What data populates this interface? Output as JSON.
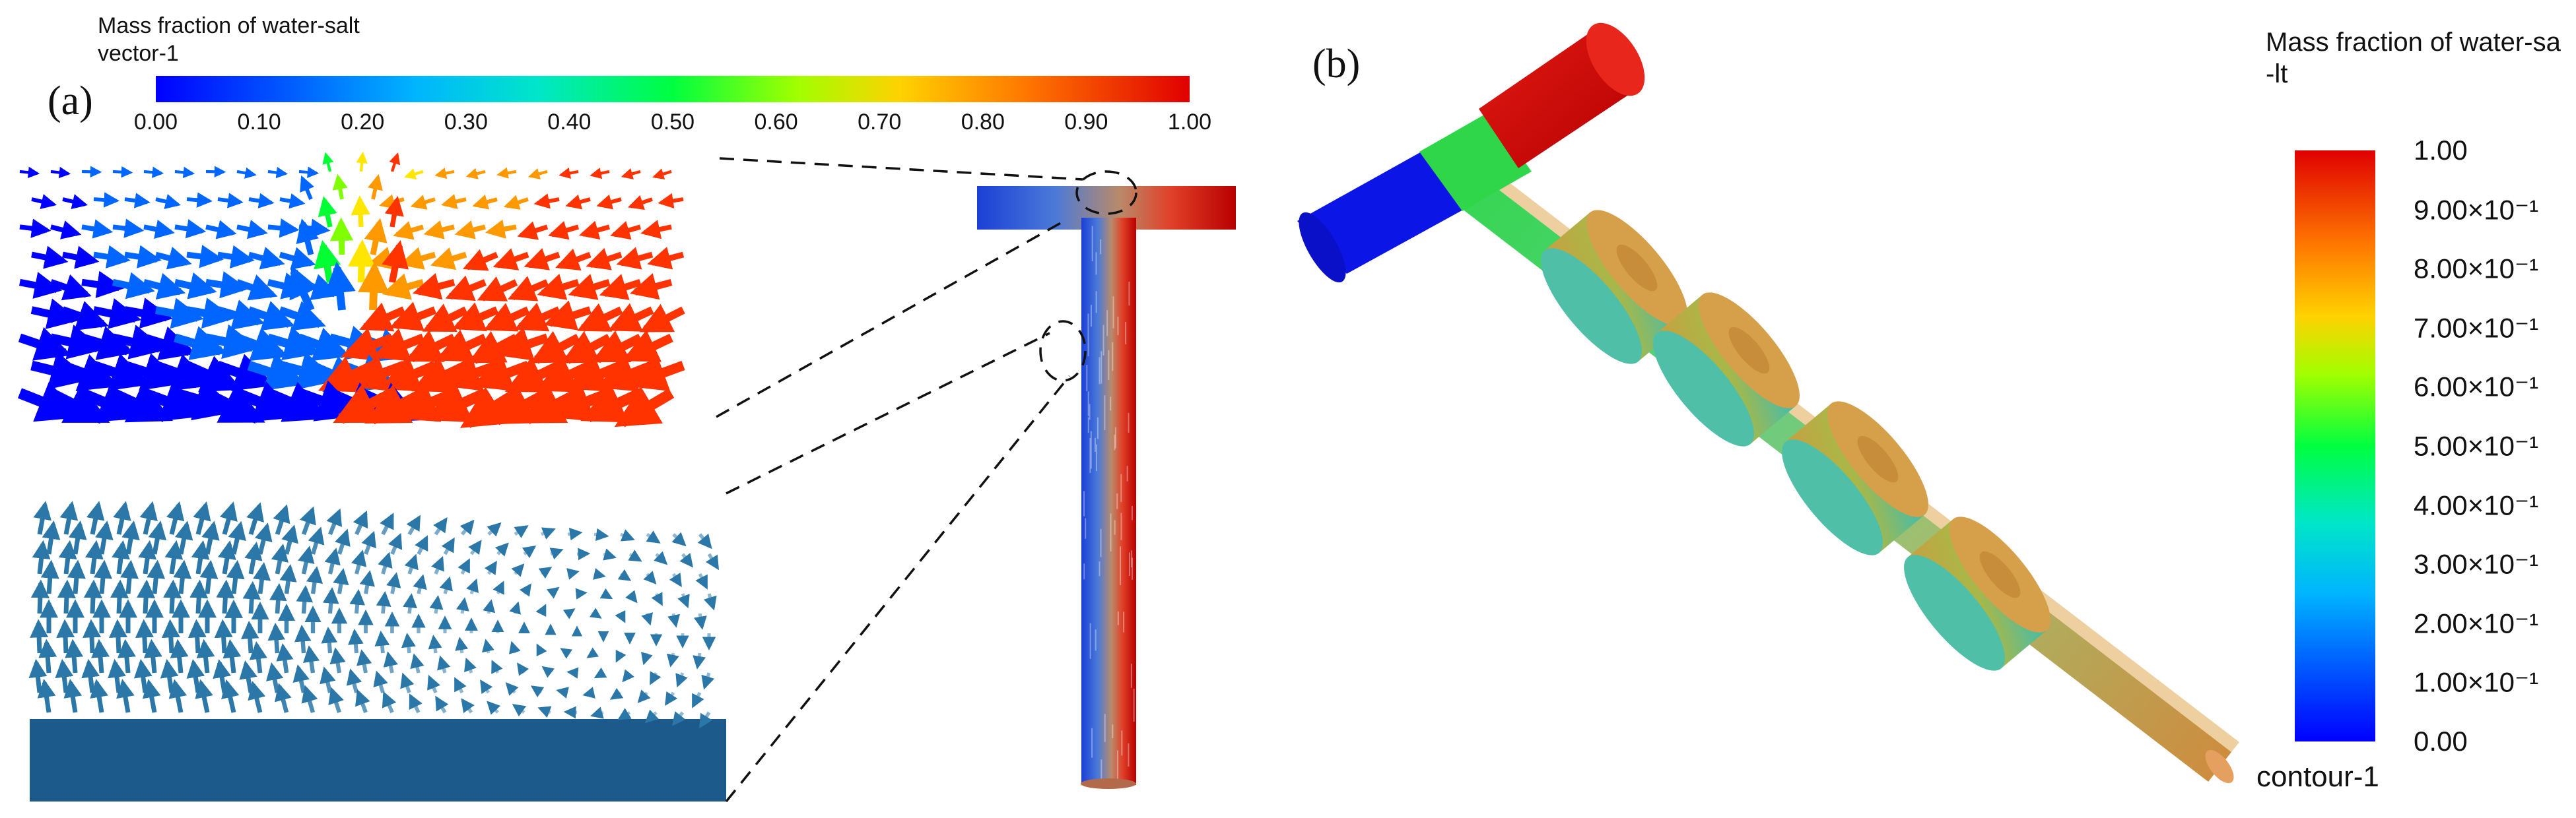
{
  "panel_a": {
    "label": "(a)",
    "colorbar": {
      "title_line1": "Mass fraction of water-salt",
      "title_line2": "vector-1",
      "ticks": [
        "0.00",
        "0.10",
        "0.20",
        "0.30",
        "0.40",
        "0.50",
        "0.60",
        "0.70",
        "0.80",
        "0.90",
        "1.00"
      ]
    }
  },
  "panel_b": {
    "label": "(b)",
    "colorbar": {
      "title_line1": "Mass fraction of water-sa",
      "title_line2": "-lt",
      "ticks": [
        "1.00",
        "9.00×10⁻¹",
        "8.00×10⁻¹",
        "7.00×10⁻¹",
        "6.00×10⁻¹",
        "5.00×10⁻¹",
        "4.00×10⁻¹",
        "3.00×10⁻¹",
        "2.00×10⁻¹",
        "1.00×10⁻¹",
        "0.00"
      ],
      "footer": "contour-1"
    }
  },
  "colormap": [
    "#0000ff",
    "#0066ff",
    "#00c8ff",
    "#00e6a0",
    "#00ff33",
    "#7fff00",
    "#ffe600",
    "#ff9900",
    "#ff3300",
    "#d40000"
  ]
}
